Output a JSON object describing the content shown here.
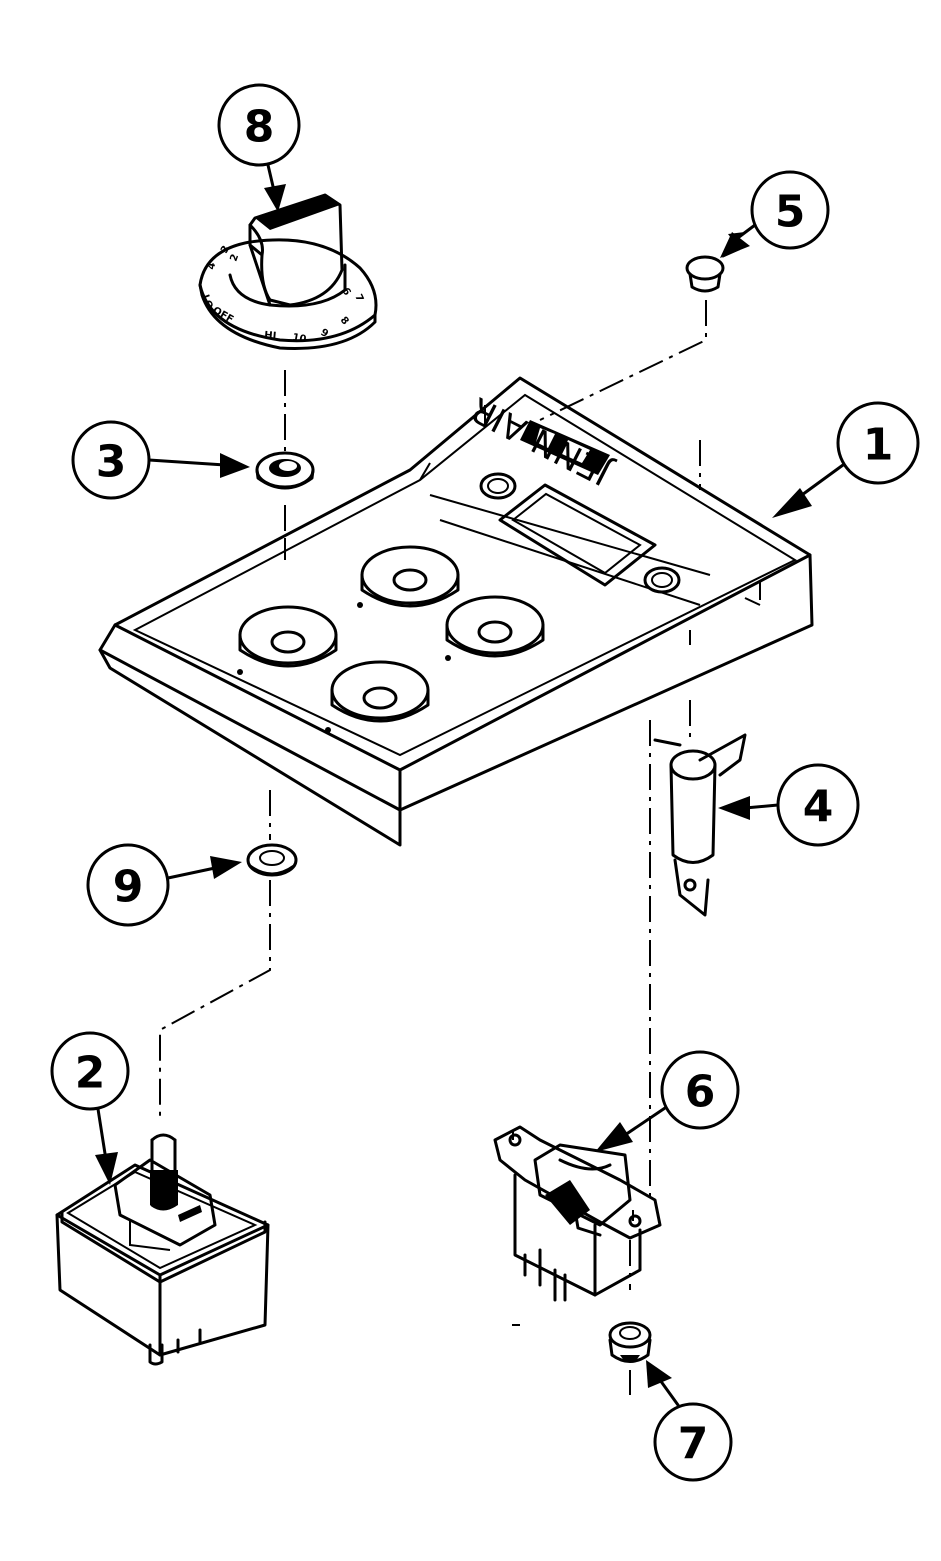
{
  "callouts": {
    "c1": "1",
    "c2": "2",
    "c3": "3",
    "c4": "4",
    "c5": "5",
    "c6": "6",
    "c7": "7",
    "c8": "8",
    "c9": "9"
  },
  "panel": {
    "brand_text": "JENN-AIR"
  },
  "knob_dial": {
    "marks": [
      "2",
      "3",
      "4",
      "6",
      "7",
      "8",
      "9",
      "10",
      "HI",
      "OFF",
      "LO"
    ]
  },
  "colors": {
    "ink": "#000000",
    "paper": "#ffffff"
  }
}
